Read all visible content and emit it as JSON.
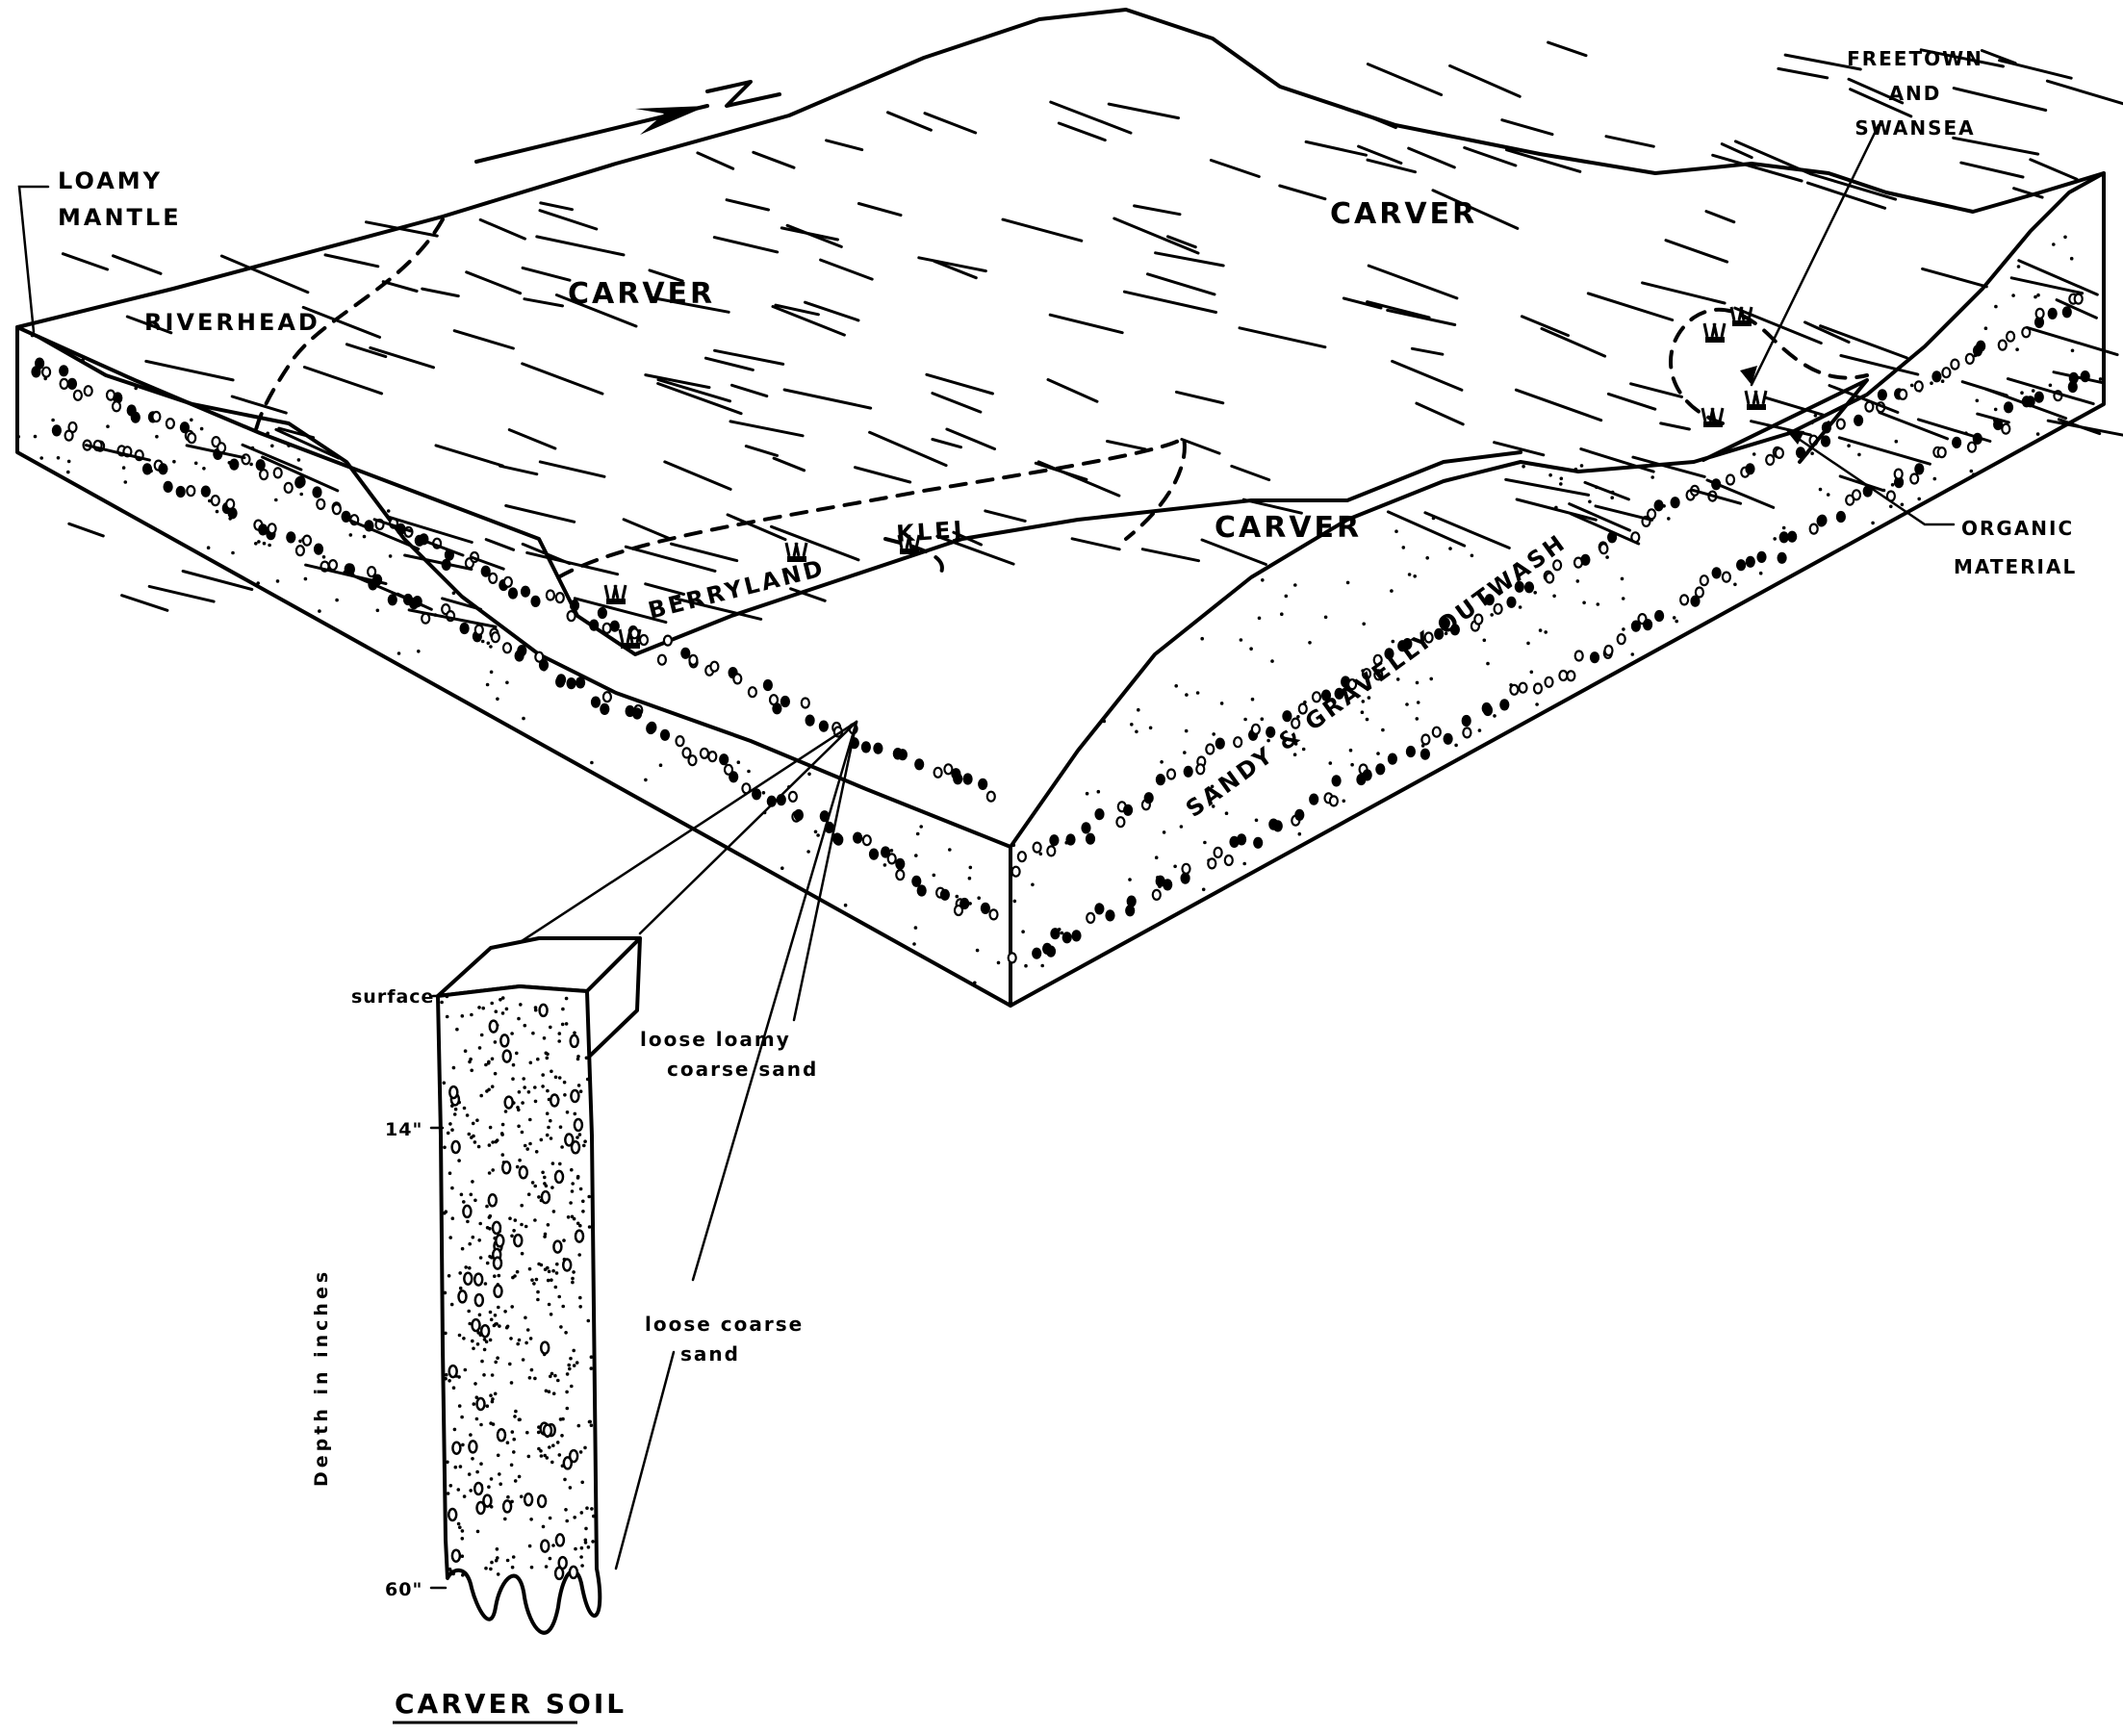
{
  "figure": {
    "title": "CARVER SOIL",
    "north_arrow_label": "N"
  },
  "block_labels": {
    "loamy_mantle": [
      "LOAMY",
      "MANTLE"
    ],
    "riverhead": "RIVERHEAD",
    "carver_main": "CARVER",
    "carver_upper": "CARVER",
    "carver_lower": "CARVER",
    "berryland": "BERRYLAND",
    "klej": "KLEJ",
    "freetown_swansea": [
      "FREETOWN",
      "AND",
      "SWANSEA"
    ],
    "organic_material": [
      "ORGANIC",
      "MATERIAL"
    ],
    "outwash": "SANDY & GRAVELLY OUTWASH"
  },
  "profile": {
    "surface_label": "surface",
    "depth_marks": [
      "14\"",
      "60\""
    ],
    "axis_label": "Depth in inches",
    "horizons": [
      [
        "loose loamy",
        "coarse sand"
      ],
      [
        "loose coarse",
        "sand"
      ]
    ]
  }
}
